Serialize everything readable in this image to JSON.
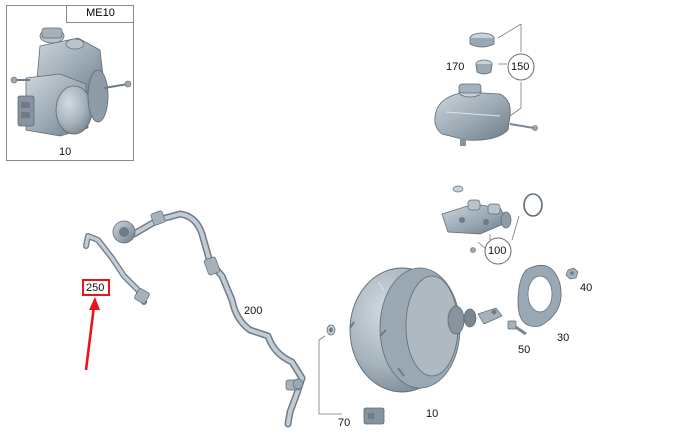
{
  "diagram": {
    "inset": {
      "tag": "ME10",
      "part_number": "10"
    },
    "callouts": {
      "p170": "170",
      "p150": "150",
      "p100": "100",
      "p200": "200",
      "p250": "250",
      "p40": "40",
      "p30": "30",
      "p50": "50",
      "p70": "70",
      "p10": "10"
    },
    "colors": {
      "part_fill": "#9aa8b3",
      "part_dark": "#6e7c87",
      "part_light": "#c9d2d9",
      "highlight": "#e8141b",
      "leader": "#7a7a7a"
    }
  }
}
